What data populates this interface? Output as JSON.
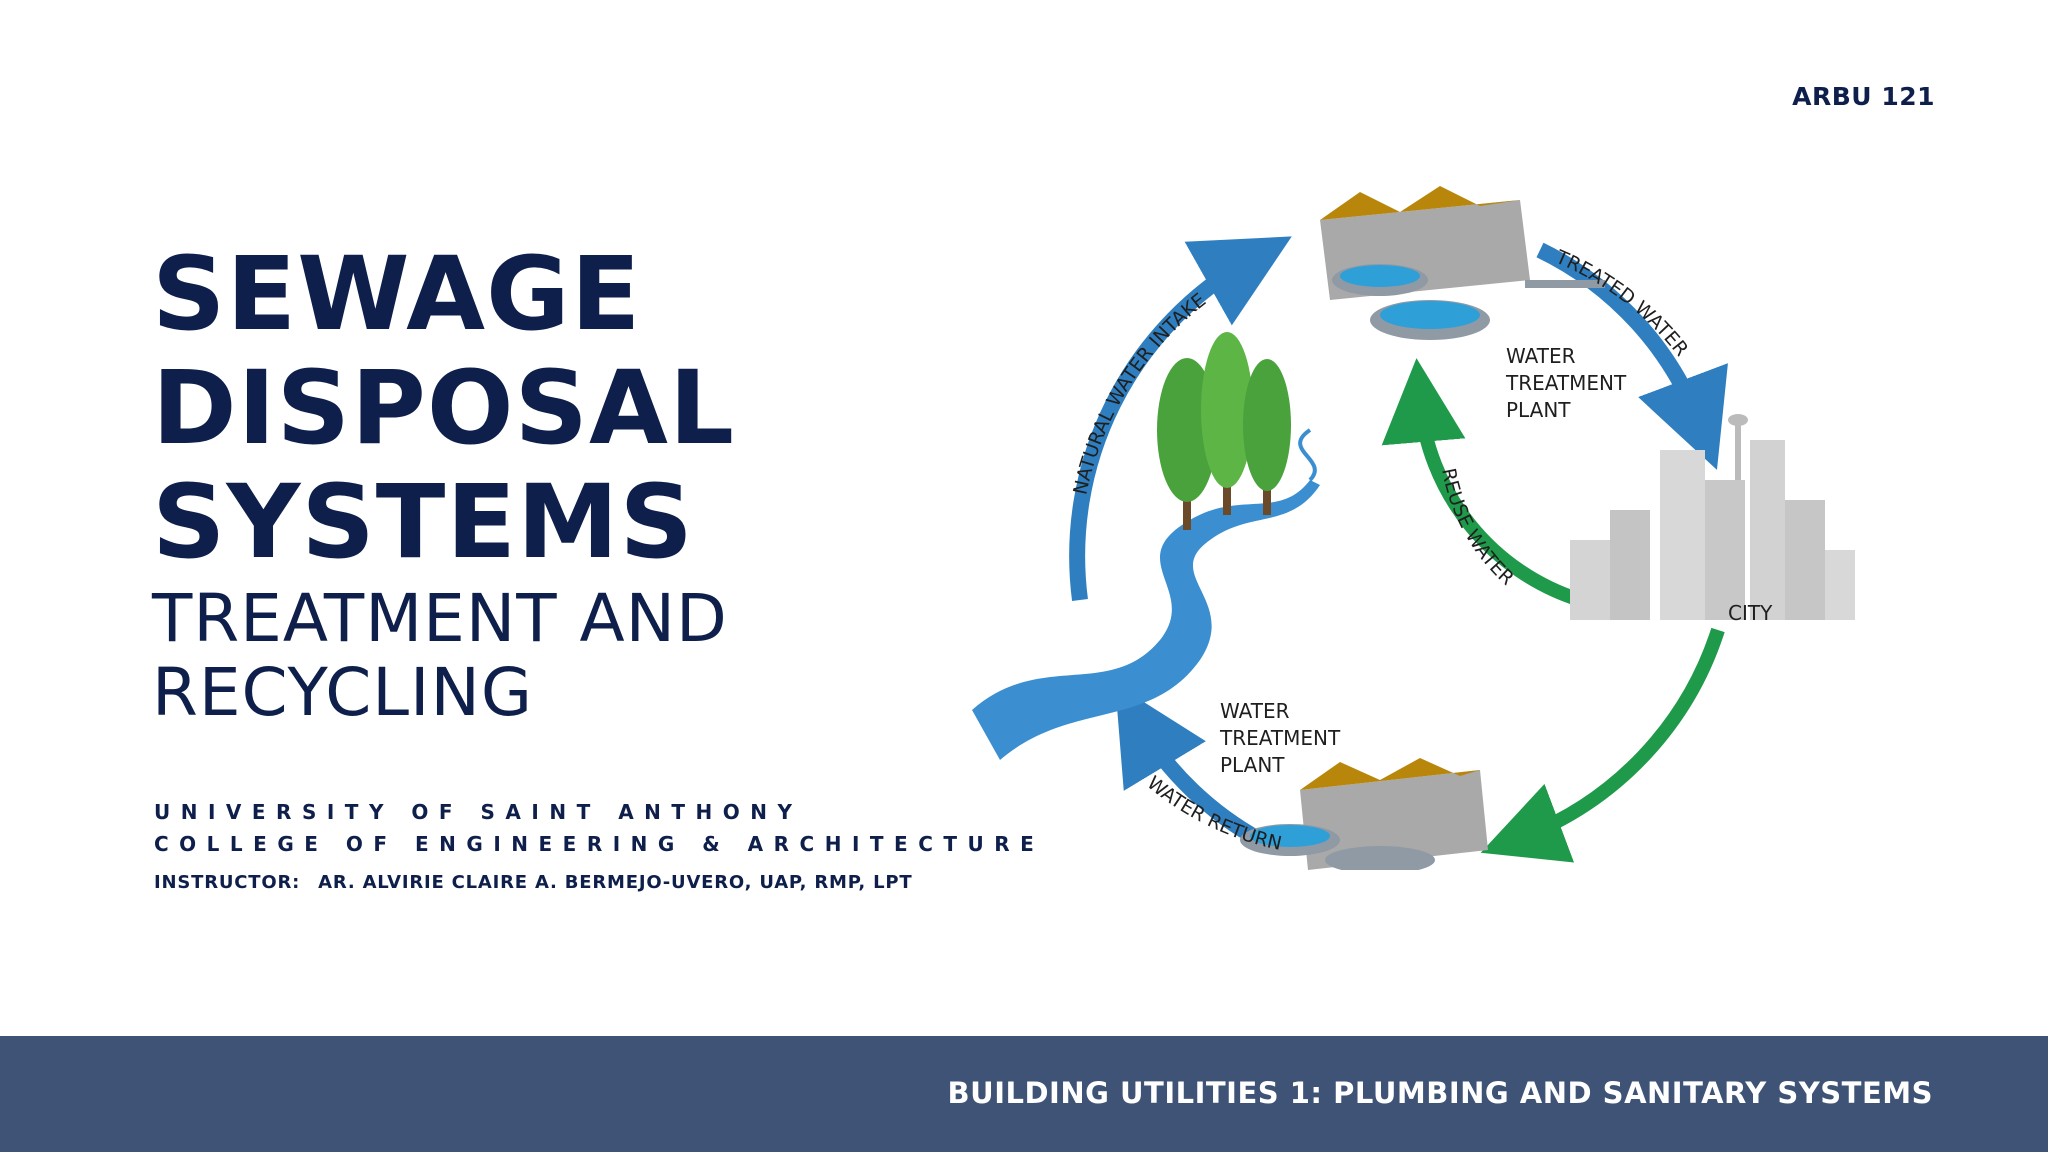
{
  "header": {
    "course_code": "ARBU 121"
  },
  "title": {
    "lines": [
      "SEWAGE",
      "DISPOSAL",
      "SYSTEMS"
    ],
    "subtitle_lines": [
      "TREATMENT AND",
      "RECYCLING"
    ]
  },
  "institution": {
    "university": "UNIVERSITY OF SAINT ANTHONY",
    "college": "COLLEGE OF ENGINEERING & ARCHITECTURE",
    "instructor_label": "INSTRUCTOR:",
    "instructor_name": "AR. ALVIRIE CLAIRE A. BERMEJO-UVERO, UAP, RMP, LPT"
  },
  "diagram": {
    "labels": {
      "treated_water": "TREATED WATER",
      "natural_water_intake": "NATURAL WATER INTAKE",
      "reuse_water": "REUSE WATER",
      "water_return": "WATER RETURN",
      "plant_top": [
        "WATER",
        "TREATMENT",
        "PLANT"
      ],
      "plant_bottom": [
        "WATER",
        "TREATMENT",
        "PLANT"
      ],
      "city": "CITY"
    },
    "colors": {
      "blue_arrow": "#2f7fc0",
      "green_arrow": "#1f9a4a",
      "river": "#3b8fd0",
      "tree": "#4aa23c"
    }
  },
  "footer": {
    "text": "BUILDING UTILITIES 1: PLUMBING AND SANITARY SYSTEMS"
  }
}
